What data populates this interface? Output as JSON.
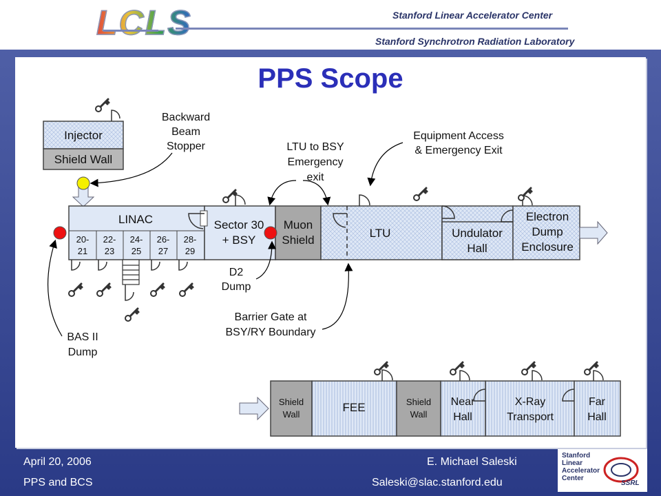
{
  "header": {
    "logo": "LCLS",
    "line1": "Stanford Linear Accelerator Center",
    "line2": "Stanford Synchrotron Radiation Laboratory"
  },
  "title": "PPS Scope",
  "top": {
    "injector": "Injector",
    "shield_wall": "Shield Wall",
    "linac": "LINAC",
    "sectors": [
      "20-",
      "21",
      "22-",
      "23",
      "24-",
      "25",
      "26-",
      "27",
      "28-",
      "29"
    ],
    "sector30_1": "Sector 30",
    "sector30_2": "+ BSY",
    "muon_1": "Muon",
    "muon_2": "Shield",
    "ltu": "LTU",
    "undulator_1": "Undulator",
    "undulator_2": "Hall",
    "dump_1": "Electron",
    "dump_2": "Dump",
    "dump_3": "Enclosure"
  },
  "callouts": {
    "backward_1": "Backward",
    "backward_2": "Beam",
    "backward_3": "Stopper",
    "ltu_bsy_1": "LTU to BSY",
    "ltu_bsy_2": "Emergency",
    "ltu_bsy_3": "exit",
    "equip_1": "Equipment Access",
    "equip_2": "& Emergency Exit",
    "d2_1": "D2",
    "d2_2": "Dump",
    "barrier_1": "Barrier Gate at",
    "barrier_2": "BSY/RY Boundary",
    "bas_1": "BAS II",
    "bas_2": "Dump"
  },
  "bottom": {
    "shield1_1": "Shield",
    "shield1_2": "Wall",
    "fee": "FEE",
    "shield2_1": "Shield",
    "shield2_2": "Wall",
    "near_1": "Near",
    "near_2": "Hall",
    "xray_1": "X-Ray",
    "xray_2": "Transport",
    "far_1": "Far",
    "far_2": "Hall"
  },
  "footer": {
    "date": "April 20, 2006",
    "topic": "PPS and BCS",
    "author": "E. Michael Saleski",
    "email": "Saleski@slac.stanford.edu",
    "slac_lines": [
      "Stanford",
      "Linear",
      "Accelerator",
      "Center"
    ],
    "ssrl": "SSRL"
  },
  "colors": {
    "title": "#2b2fb8",
    "room_fill": "#dfe8f6",
    "shield_fill": "#b8b8b8",
    "muon_fill": "#a8a8a8",
    "stopper": "#f5f000",
    "stop_red": "#ee1111",
    "background": "#3a4a96"
  },
  "icons": [
    "key-icon",
    "door-icon",
    "stairs-icon",
    "arrow-icon"
  ]
}
